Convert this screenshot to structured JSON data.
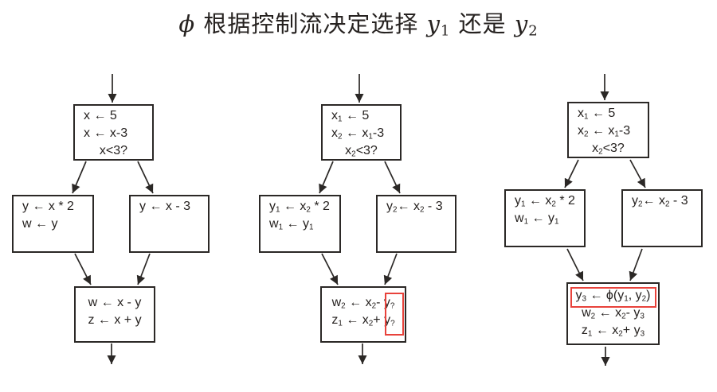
{
  "title": "*{ϕ} 根据控制流决定选择 *{y}_{1} 还是 *{y}_{2}",
  "colors": {
    "line": "#2b2826",
    "text": "#262220",
    "highlight": "#e8423b",
    "background": "#ffffff"
  },
  "diagrams": [
    {
      "name": "original-cfg",
      "top": [
        "x ← 5",
        "x ← x-3",
        "x<3?"
      ],
      "left": [
        "y ← x * 2",
        "w ← y"
      ],
      "right": [
        "y ← x - 3"
      ],
      "bottom": [
        "w ← x - y",
        "z ← x + y"
      ]
    },
    {
      "name": "ssa-cfg-unresolved",
      "top": [
        "x_{1} ← 5",
        "x_{2} ← x_{1}-3",
        "x_{2}<3?"
      ],
      "left": [
        "y_{1} ← x_{2} * 2",
        "w_{1} ← y_{1}"
      ],
      "right": [
        "y_{2}← x_{2} - 3"
      ],
      "bottom": [
        "w_{2} ← x_{2}- y_{?}",
        "z_{1} ← x_{2}+ y_{?}"
      ]
    },
    {
      "name": "ssa-cfg-with-phi",
      "top": [
        "x_{1} ← 5",
        "x_{2} ← x_{1}-3",
        "x_{2}<3?"
      ],
      "left": [
        "y_{1} ← x_{2} * 2",
        "w_{1} ← y_{1}"
      ],
      "right": [
        "y_{2}← x_{2} - 3"
      ],
      "bottom": [
        "y_{3} ← ϕ(y_{1}, y_{2})",
        "w_{2} ← x_{2}- y_{3}",
        "z_{1} ← x_{2}+ y_{3}"
      ]
    }
  ]
}
